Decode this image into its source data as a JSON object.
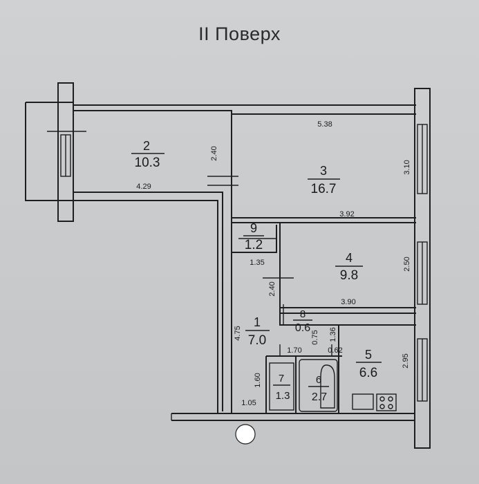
{
  "title": "II Поверх",
  "rooms": [
    {
      "id": "2",
      "area": "10.3"
    },
    {
      "id": "3",
      "area": "16.7"
    },
    {
      "id": "9",
      "area": "1.2"
    },
    {
      "id": "4",
      "area": "9.8"
    },
    {
      "id": "8",
      "area": "0.6"
    },
    {
      "id": "1",
      "area": "7.0"
    },
    {
      "id": "5",
      "area": "6.6"
    },
    {
      "id": "7",
      "area": "1.3"
    },
    {
      "id": "6",
      "area": "2.7"
    }
  ],
  "dimensions": [
    "5.38",
    "2.40",
    "4.29",
    "3.10",
    "3.92",
    "1.35",
    "2.40",
    "2.50",
    "3.90",
    "4.75",
    "1.36",
    "1.70",
    "0.75",
    "0.62",
    "2.95",
    "1.60",
    "1.05"
  ],
  "colors": {
    "line": "#1e1e1e",
    "paper": "#c9cbcd"
  }
}
